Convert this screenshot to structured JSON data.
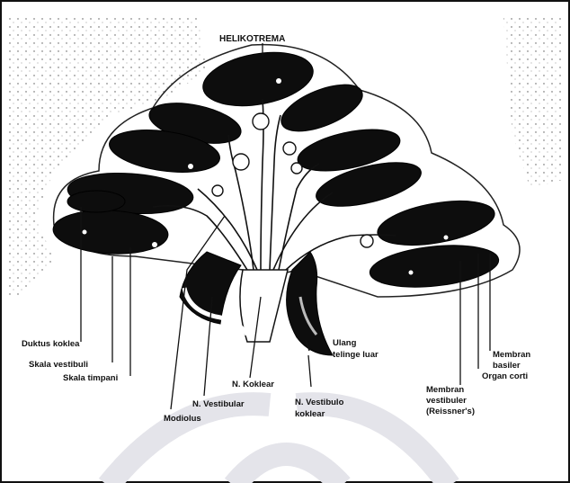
{
  "labels": {
    "helikotrema": "HELIKOTREMA",
    "duktus_koklea": "Duktus koklea",
    "skala_vestibuli": "Skala vestibuli",
    "skala_timpani": "Skala timpani",
    "modiolus": "Modiolus",
    "n_vestibular": "N. Vestibular",
    "n_koklear": "N. Koklear",
    "tulang_telinga_luar": [
      "Ulang",
      "telinge luar"
    ],
    "n_vestibulo_koklear": [
      "N. Vestibulo",
      "koklear"
    ],
    "membran_vestibuler": [
      "Membran",
      "vestibuler",
      "(Reissner's)"
    ],
    "organ_corti": "Organ corti",
    "membran_basiler": [
      "Membran",
      "basiler"
    ]
  }
}
